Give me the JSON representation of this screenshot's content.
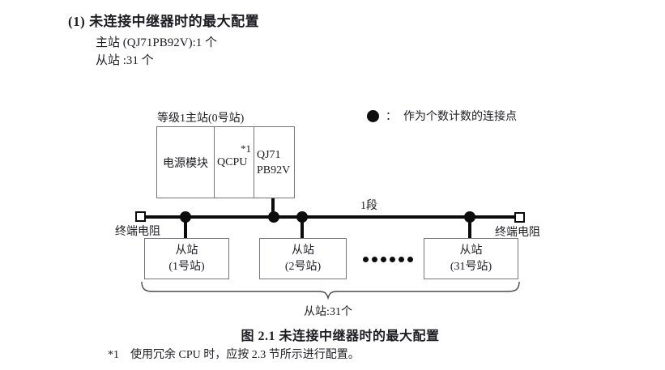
{
  "header": {
    "heading": "(1) 未连接中继器时的最大配置",
    "master_spec": "主站 (QJ71PB92V):1 个",
    "slave_spec": "从站 :31 个"
  },
  "legend": {
    "marker": "connection-point-dot",
    "separator": "：",
    "text": "作为个数计数的连接点"
  },
  "diagram": {
    "master_station": {
      "label": "等级1主站(0号站)",
      "power_module": "电源模块",
      "cpu": "QCPU",
      "cpu_note": "*1",
      "network_module_line1": "QJ71",
      "network_module_line2": "PB92V"
    },
    "bus": {
      "segment_label": "1段",
      "terminator_left_label": "终端电阻",
      "terminator_right_label": "终端电阻"
    },
    "slaves": [
      {
        "line1": "从站",
        "line2": "(1号站)"
      },
      {
        "line1": "从站",
        "line2": "(2号站)"
      },
      {
        "line1": "从站",
        "line2": "(31号站)"
      }
    ],
    "slave_count_label": "从站:31个"
  },
  "caption": "图 2.1 未连接中继器时的最大配置",
  "footnote": {
    "marker": "*1",
    "text": "使用冗余 CPU 时，应按 2.3 节所示进行配置。"
  },
  "colors": {
    "text": "#1c1c22",
    "line_black": "#0b0b0b",
    "box_border": "#76767a"
  }
}
